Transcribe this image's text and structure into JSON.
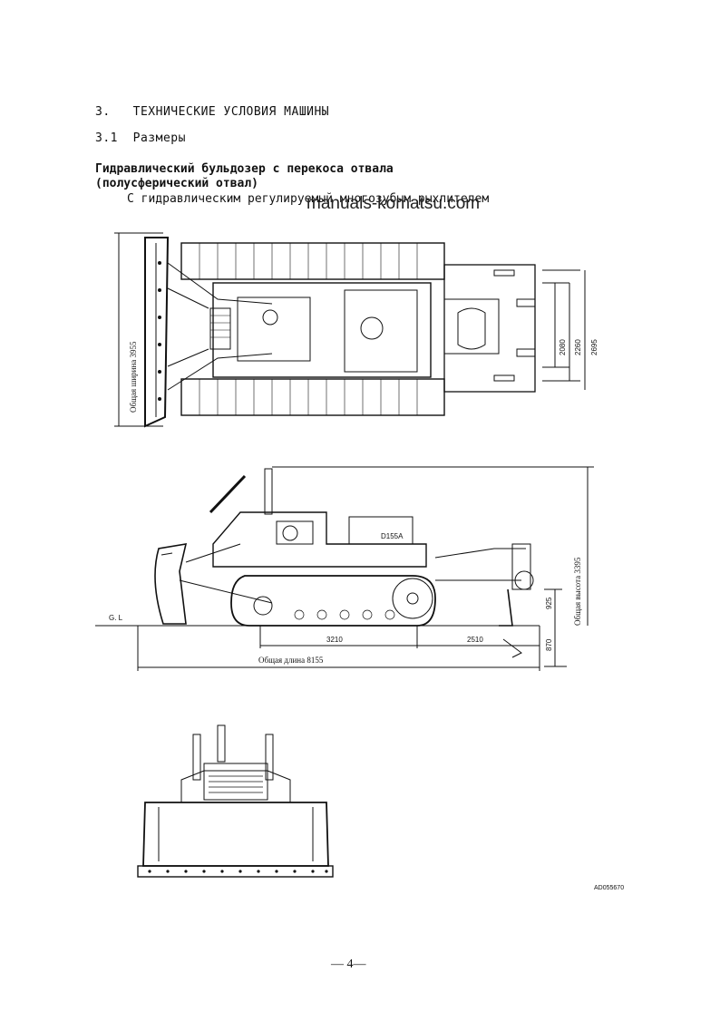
{
  "heading": {
    "section": "3.   ТЕХНИЧЕСКИЕ УСЛОВИЯ МАШИНЫ",
    "subsection": "3.1  Размеры"
  },
  "subtitle": {
    "line1": "Гидравлический бульдозер с перекоса отвала",
    "line2": "(полусферический отвал)",
    "line3": "С гидравлическим регулируемый многозубым рыхлителем"
  },
  "watermark": "manuals-komatsu.com",
  "top_view": {
    "width_label": "Общая ширина 3955",
    "dims": [
      "2080",
      "2260",
      "2695"
    ]
  },
  "side_view": {
    "height_label": "Общая высота 3395",
    "length_label": "Общая длина 8155",
    "dims": [
      "3210",
      "2510",
      "925",
      "870"
    ],
    "ground_label": "G. L",
    "model_badge": "D155A"
  },
  "front_view": {},
  "figure_code": "AD055670",
  "page_number": "— 4—"
}
